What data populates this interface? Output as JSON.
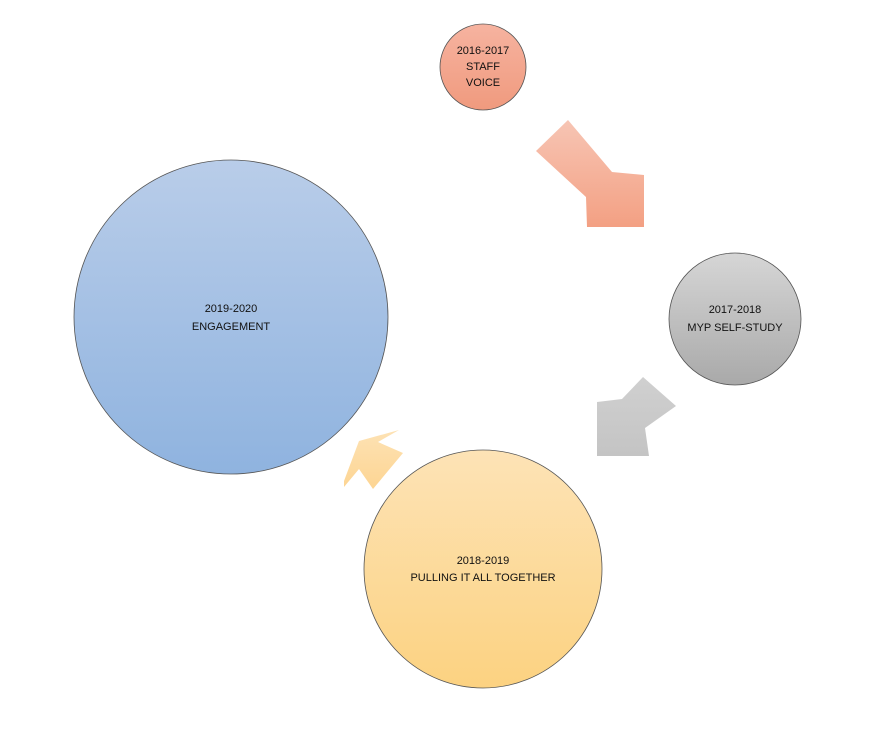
{
  "nodes": [
    {
      "id": "staff-voice",
      "year": "2016-2017",
      "label_lines": [
        "STAFF",
        "VOICE"
      ],
      "color_top": "#f6b3a0",
      "color_bottom": "#f09a7e"
    },
    {
      "id": "myp-self-study",
      "year": "2017-2018",
      "label_lines": [
        "MYP SELF-STUDY"
      ],
      "color_top": "#d6d6d6",
      "color_bottom": "#a9a9a9"
    },
    {
      "id": "pulling-it-all-together",
      "year": "2018-2019",
      "label_lines": [
        "PULLING IT ALL TOGETHER"
      ],
      "color_top": "#fde3b6",
      "color_bottom": "#fcd281"
    },
    {
      "id": "engagement",
      "year": "2019-2020",
      "label_lines": [
        "ENGAGEMENT"
      ],
      "color_top": "#b9cde9",
      "color_bottom": "#8fb3df"
    }
  ],
  "arrows": [
    {
      "id": "arrow-1",
      "from": "staff-voice",
      "to": "myp-self-study",
      "color_top": "#f7c5b4",
      "color_bottom": "#f3a083"
    },
    {
      "id": "arrow-2",
      "from": "myp-self-study",
      "to": "pulling-it-all-together",
      "color_top": "#d0d0d0",
      "color_bottom": "#c4c4c4"
    },
    {
      "id": "arrow-3",
      "from": "pulling-it-all-together",
      "to": "engagement",
      "color_top": "#fde2b4",
      "color_bottom": "#fdd593"
    }
  ]
}
